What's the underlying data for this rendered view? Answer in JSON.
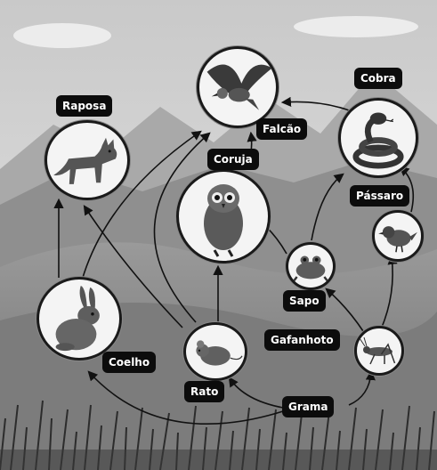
{
  "labels": {
    "falcao": "Falcão",
    "cobra": "Cobra",
    "raposa": "Raposa",
    "coruja": "Coruja",
    "passaro": "Pássaro",
    "sapo": "Sapo",
    "gafanhoto": "Gafanhoto",
    "coelho": "Coelho",
    "rato": "Rato",
    "grama": "Grama"
  },
  "icons": {
    "falcao": "hawk-icon",
    "cobra": "snake-icon",
    "raposa": "fox-icon",
    "coruja": "owl-icon",
    "passaro": "bird-icon",
    "sapo": "frog-icon",
    "gafanhoto": "grasshopper-icon",
    "coelho": "rabbit-icon",
    "rato": "mouse-icon"
  },
  "colors": {
    "label_bg": "#0c0c0c",
    "label_text": "#ffffff",
    "arrow": "#111111"
  }
}
